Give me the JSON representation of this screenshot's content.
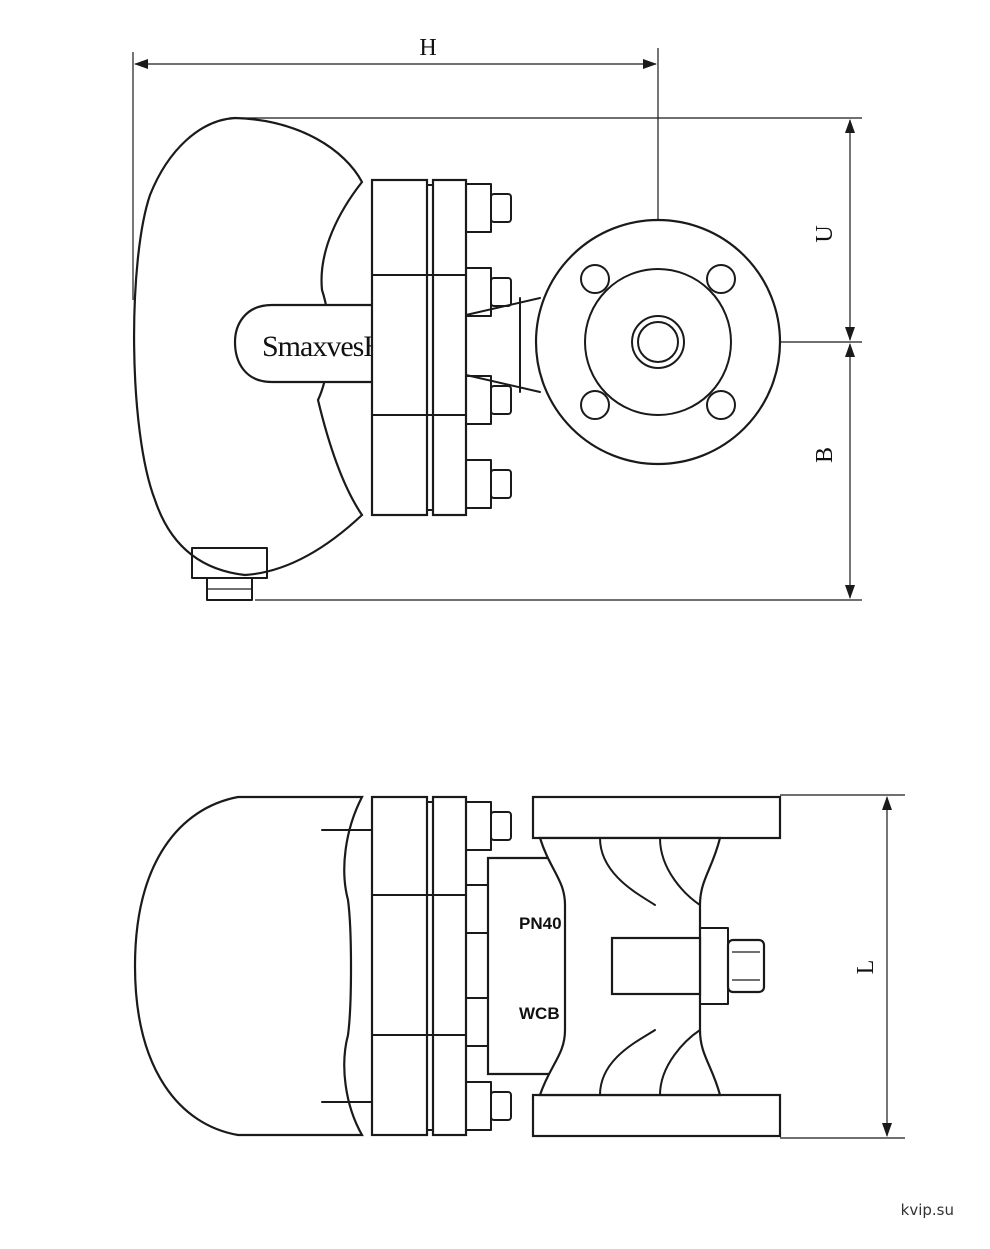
{
  "dimensions": {
    "h": "H",
    "u": "U",
    "b": "B",
    "l": "L"
  },
  "markings": {
    "brand": "SmaxvesH",
    "pressure": "PN40",
    "material": "WCB"
  },
  "watermark": "kvip.su",
  "icons": {
    "flow": "flow-direction-arrow-icon"
  }
}
